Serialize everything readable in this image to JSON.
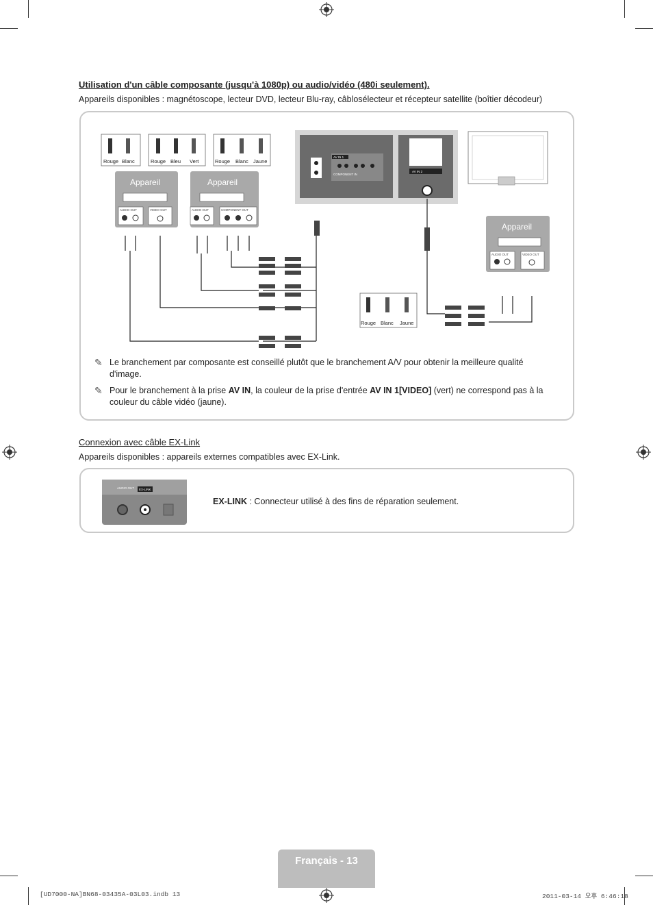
{
  "section1": {
    "title": "Utilisation d'un câble composante (jusqu'à 1080p) ou audio/vidéo (480i seulement).",
    "devices_text": "Appareils disponibles : magnétoscope, lecteur DVD, lecteur Blu-ray, câblosélecteur et récepteur satellite (boîtier décodeur)"
  },
  "diagram": {
    "device_label": "Appareil",
    "plug_groups": [
      [
        "Rouge",
        "Blanc"
      ],
      [
        "Rouge",
        "Bleu",
        "Vert"
      ],
      [
        "Rouge",
        "Blanc",
        "Jaune"
      ]
    ],
    "bottom_plug_group": [
      "Rouge",
      "Blanc",
      "Jaune"
    ],
    "port_labels": {
      "audio_out": "AUDIO OUT",
      "video_out": "VIDEO OUT",
      "component_out": "COMPONENT OUT",
      "av_in_1": "AV IN 1",
      "av_in_2": "AV IN 2",
      "component_in": "COMPONENT IN",
      "video": "VIDEO"
    }
  },
  "notes": [
    {
      "plain": "Le branchement par composante est conseillé plutôt que le branchement A/V pour obtenir la meilleure qualité d'image."
    },
    {
      "p1": "Pour le branchement à la prise ",
      "b1": "AV IN",
      "p2": ", la couleur de la prise d'entrée ",
      "b2": "AV IN 1[VIDEO]",
      "p3": " (vert) ne correspond pas à la couleur du câble vidéo (jaune)."
    }
  ],
  "section2": {
    "title": "Connexion avec câble EX-Link",
    "devices_text": "Appareils disponibles : appareils externes compatibles avec EX-Link.",
    "panel_labels": [
      "AUDIO OUT",
      "EX-LINK"
    ],
    "desc_bold": "EX-LINK",
    "desc_rest": " : Connecteur utilisé à des fins de réparation seulement."
  },
  "footer": {
    "page_label": "Français - 13",
    "file_info": "[UD7000-NA]BN68-03435A-03L03.indb   13",
    "timestamp": "2011-03-14   오후 6:46:18"
  },
  "colors": {
    "panel_border": "#c9c9c9",
    "device_box": "#a9a9a9",
    "footer_tab": "#bdbdbd"
  }
}
